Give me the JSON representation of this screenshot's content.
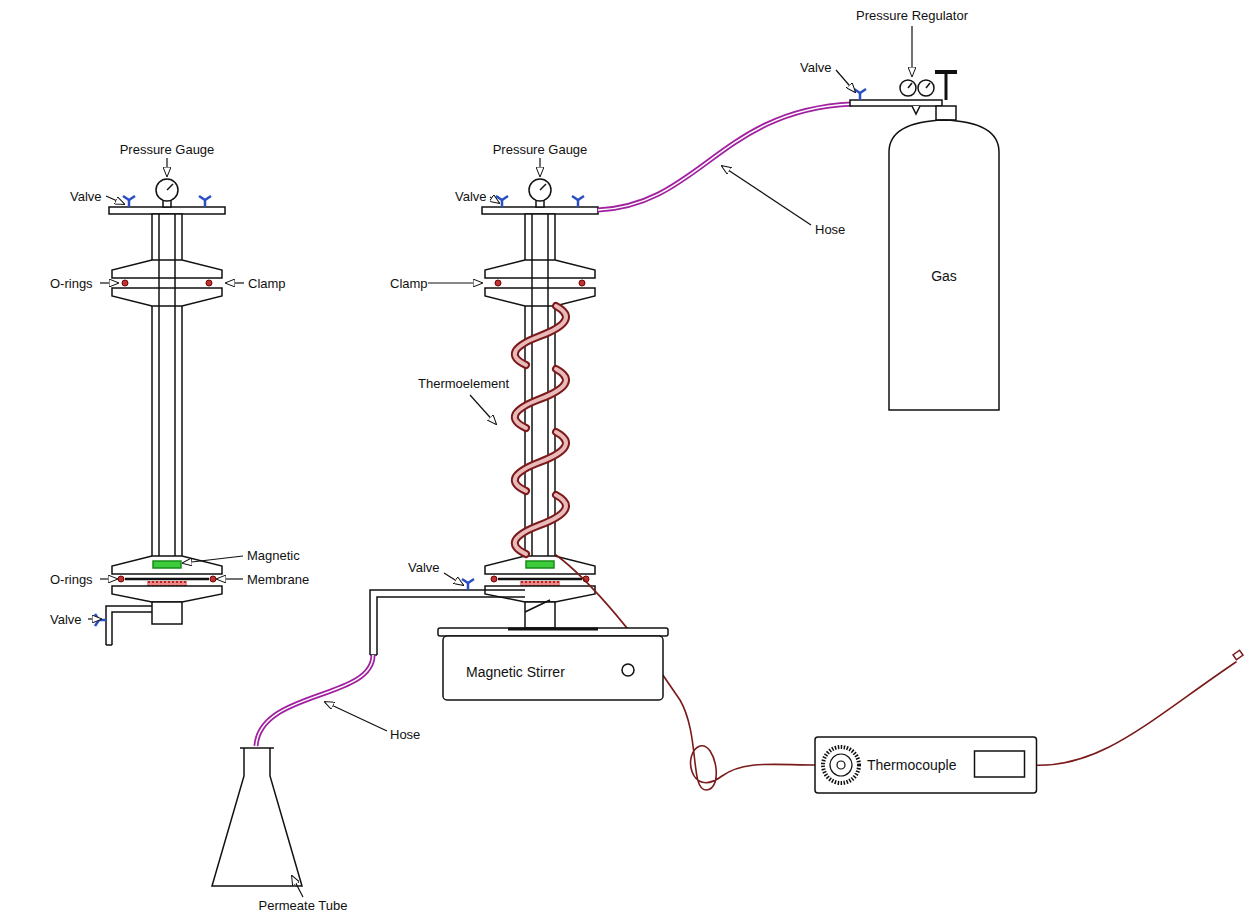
{
  "diagram": {
    "nodes": [
      {
        "text": [
          "Gas"
        ]
      },
      {
        "text": [
          "Magnetic Stirrer"
        ]
      },
      {
        "text": [
          "Thermocouple"
        ]
      }
    ],
    "labels": [
      "Pressure Gauge",
      "Valve",
      "O-rings",
      "Clamp",
      "Magnetic",
      "O-rings",
      "Membrane",
      "Valve",
      "Pressure Gauge",
      "Valve",
      "Clamp",
      "Thermoelement",
      "Valve",
      "Hose",
      "Pressure Regulator",
      "Valve",
      "Hose",
      "Permeate Tube"
    ]
  }
}
